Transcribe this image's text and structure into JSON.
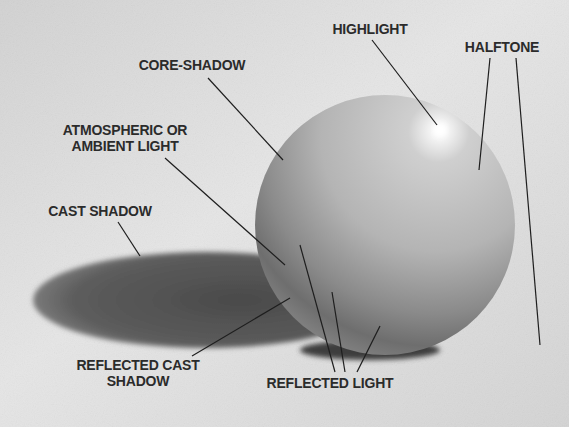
{
  "diagram": {
    "labels": [
      "HIGHLIGHT",
      "HALFTONE",
      "CORE-SHADOW",
      "ATMOSPHERIC OR AMBIENT LIGHT",
      "CAST SHADOW",
      "REFLECTED CAST SHADOW",
      "REFLECTED LIGHT"
    ]
  }
}
